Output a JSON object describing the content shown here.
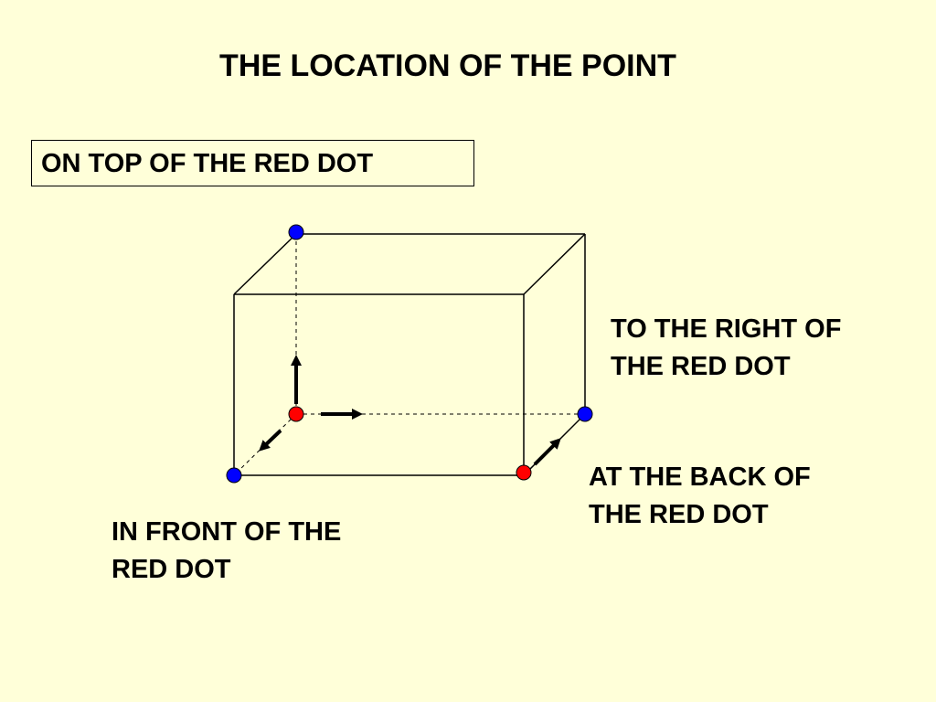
{
  "slide": {
    "background": "#FFFFD9",
    "title": "THE LOCATION OF THE POINT"
  },
  "labels": {
    "top": "ON TOP OF THE RED DOT",
    "right": [
      "TO THE RIGHT OF",
      "THE RED DOT"
    ],
    "back": [
      "AT THE BACK OF",
      "THE RED DOT"
    ],
    "front": [
      "IN FRONT OF THE",
      "RED DOT"
    ]
  },
  "colors": {
    "red_dot": "#FF0000",
    "blue_dot": "#0000FF",
    "edges": "#000000",
    "arrows": "#000000"
  }
}
